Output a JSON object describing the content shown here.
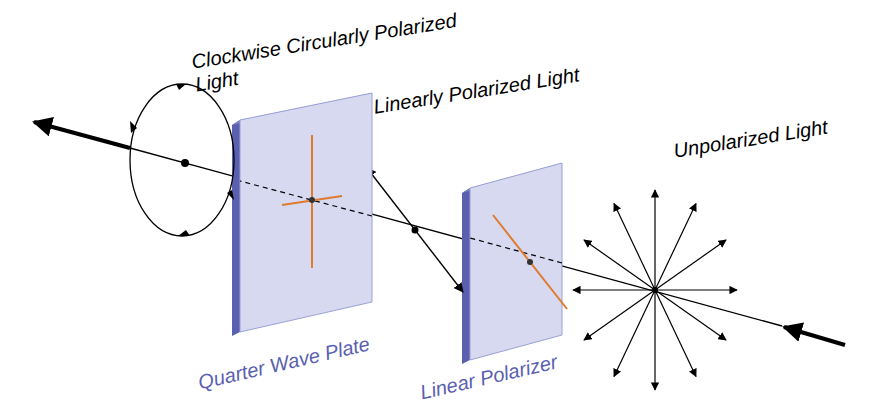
{
  "diagram": {
    "labels": [
      "Clockwise Circularly Polarized Light",
      "Linearly Polarized Light",
      "Unpolarized Light",
      "Quarter Wave Plate",
      "Linear Polarizer"
    ]
  }
}
